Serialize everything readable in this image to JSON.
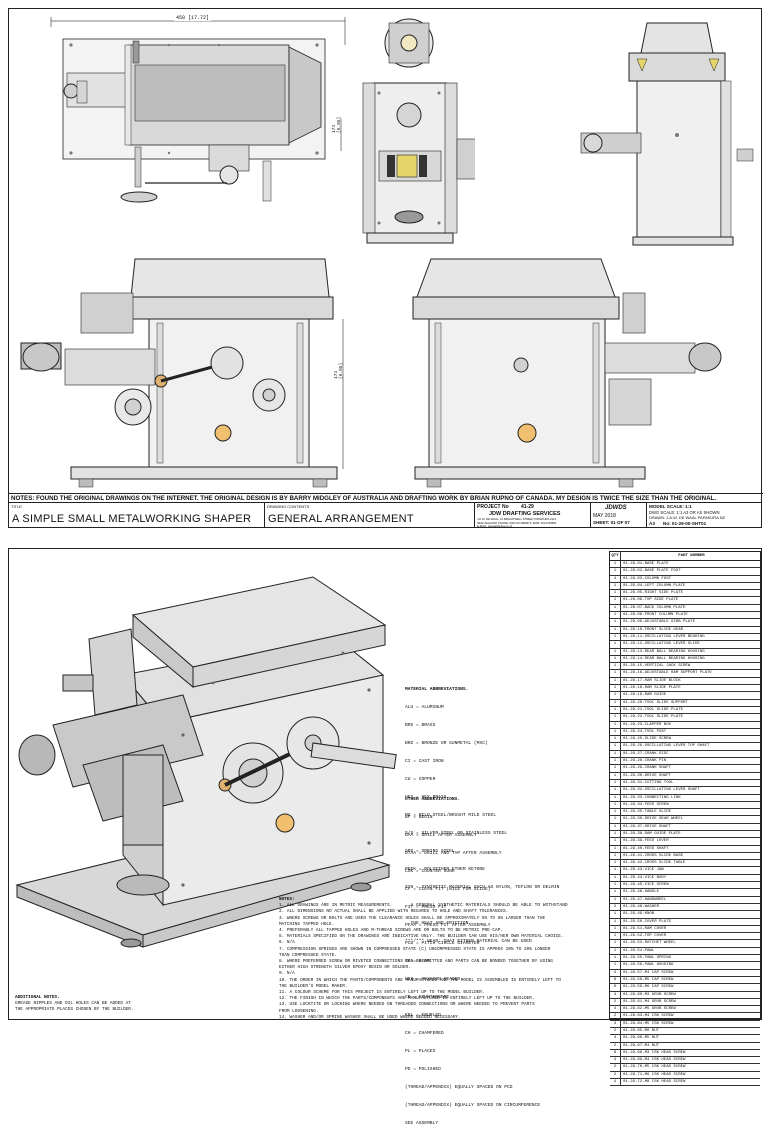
{
  "top_sheet": {
    "notes": "NOTES: FOUND THE ORIGINAL DRAWINGS ON THE INTERNET. THE ORIGINAL DESIGN IS BY BARRY MIDGLEY OF AUSTRALIA AND DRAFTING WORK BY BRIAN RUPNO OF CANADA. MY DESIGN IS TWICE THE SIZE THAN THE ORIGINAL.",
    "title_label": "TITLE",
    "title": "A SIMPLE SMALL METALWORKING SHAPER",
    "contents_label": "DRAWING CONTENTS",
    "contents": "GENERAL ARRANGEMENT",
    "project_label": "PROJECT No",
    "project_no": "41-29",
    "company": "JDW DRAFTING SERVICES",
    "company_lines": [
      "J.D.W. DE WAAL, 10 BRIGHTWELL STREET PAPAKURA 2113",
      "NEW ZEALAND PHONE: 0064 09 2980976, MOB: 0221799582",
      "E-MAIL: dewaalj@xtra.co.nz"
    ],
    "logo_text": "JDWDS",
    "date": "MAY 2018",
    "sheet": "SHEET: 01 OF 07",
    "size": "A3",
    "model_scale": "MODEL SCALE: 1:1",
    "dwg_scale": "DWG SCALE: 1:1 A3 OR AS SHOWN",
    "drawn": "DRAWN: J.A.W. DE WAAL PAPAKURA NZ",
    "drawing_no": "No: 01-29-00-SHT01",
    "dim_top": "450 [17.72]",
    "dim_side": "174 [6.85]",
    "dim_front": "174 [6.85]"
  },
  "bottom_sheet": {
    "abbr_title": "MATERIAL ABBREVIATIONS.",
    "abbr_lines": [
      "ALU = ALUMINUM",
      "BRS = BRASS",
      "BRZ = BRONZE OR GUNMETAL (MSC)",
      "CI = CAST IRON",
      "CU = COPPER",
      "HEX = HEX BRASS",
      "MS = MILD STEEL/BRIGHT MILD STEEL",
      "S/S = SILVER STEEL OR STAINLESS STEEL",
      "SPS = SPRING STEEL",
      "PEEK = POLYETHER ETHER KETONE",
      "SYN = SYNTHETIC MATERIAL SUCH AS NYLON, TEFLON OR DELRIN",
      "  A GENERAL SYNTHETIC MATERIALS SHOULD BE ABLE TO WITHSTAND",
      "  THE HEAT AND FRICTION.",
      "***/*** NEAR: THAT EITHER MATERIAL CAN BE USED"
    ],
    "other_title": "OTHER ABBREVIATIONS.",
    "other_lines": [
      "BF = BEGIN",
      "DAA = DRILL AFTER ASSEMBLY",
      "DTAA = DRILL AND TAP AFTER ASSEMBLY",
      "CSK = COUNTER SUNK",
      "CF = CLEAN FIT (NICE FOR SLIDE)",
      "FIT = PRESS FIT",
      "PFAA = PRESS FIT AFTER ASSEMBLY",
      "PCD = PITCH CIRCLE DIAMETER",
      "RE = REAM",
      "HEX = HEXAGON HEADED",
      "CB = COUNTERBORE",
      "KNL = KNURLED",
      "CH = CHAMFERED",
      "PL = PLACES",
      "PD = POLISHED",
      "(THREAD/APPENDIX) EQUALLY SPACED ON PCD",
      "(THREAD/APPENDIX) EQUALLY SPACED ON CIRCUMFERENCE",
      "SEE ASSEMBLY"
    ],
    "notes_title": "NOTES:",
    "notes_lines": [
      "1. ALL DRAWINGS ARE IN METRIC MEASUREMENTS.",
      "2. ALL DIMENSIONS NO ACTUAL SHALL BE APPLIED WITH REGARDS TO HOLE AND SHAFT TOLERANCES.",
      "3. WHERE SCREWS OR BOLTS ARE USED THE CLEARANCE HOLES SHALL BE APPROXIMATELY 5% TO 8% LARGER THAN THE",
      "   MATCHING TAPPED HOLE.",
      "4. PREFERABLY ALL TAPPED HOLES AND M-THREAD SCREWS ARE OR BOLTS TO BE METRIC PRE-CAP.",
      "5. MATERIALS SPECIFIED ON THE DRAWINGS ARE INDICATIVE ONLY. THE BUILDER CAN USE HIS/HER OWN MATERIAL CHOICE.",
      "6. N/A",
      "7. COMPRESSION SPRINGS ARE SHOWN IN COMPRESSED STATE (C) UNCOMPRESSED STATE IS APPROX 10% TO 20% LONGER",
      "   THAN COMPRESSED STATE.",
      "8. WHERE PREFERRED SCREW OR RIVETED CONNECTIONS CAN BE OMITTED AND PARTS CAN BE BONDED TOGETHER BY USING",
      "   EITHER HIGH STRENGTH SILVER EPOXY RESIN OR SOLDER.",
      "9. N/A",
      "10. THE ORDER IN WHICH THE PARTS/COMPONENTS ARE MANUFACTURED AND THE MODEL IS ASSEMBLED IS ENTIRELY LEFT TO",
      "    THE BUILDER'S MODEL MAKER.",
      "11. A COLOUR SCHEME FOR THIS PROJECT IS ENTIRELY LEFT UP TO THE MODEL BUILDER.",
      "12. THE FINISH IN WHICH THE PARTS/COMPONENTS ARE MANUFACTURED IS ENTIRELY LEFT UP TO THE BUILDER.",
      "13. USE LOCKTITE OR LOCKING WHERE NEEDED ON THREADED CONNECTIONS OR WHERE NEEDED TO PREVENT PARTS",
      "    FROM LOOSENING.",
      "14. WASHER AND/OR SPRING WASHER SHALL BE USED WHERE NEEDED NECESSARY."
    ],
    "additional_title": "ADDITIONAL NOTES.",
    "additional_lines": [
      "GREASE NIPPLES AND OIL HOLES CAN BE ADDED AT",
      "THE APPROPRIATE PLACES CHOSEN BY THE BUILDER."
    ],
    "parts_header_qty": "QTY",
    "parts_header_name": "PART NUMBER",
    "parts": [
      {
        "q": "1",
        "n": "01-29-01-BASE PLATE"
      },
      {
        "q": "1",
        "n": "01-29-02-BASE PLATE FOOT"
      },
      {
        "q": "4",
        "n": "01-29-03-COLUMN FOOT"
      },
      {
        "q": "1",
        "n": "01-29-04-LEFT COLUMN PLATE"
      },
      {
        "q": "1",
        "n": "01-29-05-RIGHT SIDE PLATE"
      },
      {
        "q": "1",
        "n": "01-29-06-TOP SIDE PLATE"
      },
      {
        "q": "1",
        "n": "01-29-07-BACK COLUMN PLATE"
      },
      {
        "q": "1",
        "n": "01-29-08-FRONT COLUMN PLATE"
      },
      {
        "q": "1",
        "n": "01-29-09-ADJUSTABLE GIBB PLATE"
      },
      {
        "q": "1",
        "n": "01-29-10-FRONT SLIDE GEAR"
      },
      {
        "q": "1",
        "n": "01-29-11-OSCILLATING LEVER BEARING"
      },
      {
        "q": "1",
        "n": "01-29-12-OSCILLATING LEVER SLIDE"
      },
      {
        "q": "1",
        "n": "01-29-13-REAR BALL BEARING HOUSING"
      },
      {
        "q": "1",
        "n": "01-29-14-REAR BALL BEARING HOUSING"
      },
      {
        "q": "1",
        "n": "01-29-15-VERTICAL JACK SCREW"
      },
      {
        "q": "1",
        "n": "01-29-16-ADJUSTABLE RAM SUPPORT PLATE"
      },
      {
        "q": "1",
        "n": "01-29-17-RAM SLIDE BLOCK"
      },
      {
        "q": "1",
        "n": "01-29-18-RAM SLIDE PLATE"
      },
      {
        "q": "1",
        "n": "01-29-19-RAM GUIDE"
      },
      {
        "q": "1",
        "n": "01-29-20-TOOL SLIDE SUPPORT"
      },
      {
        "q": "1",
        "n": "01-29-21-TOOL SLIDE PLATE"
      },
      {
        "q": "1",
        "n": "01-29-22-TOOL SLIDE PLATE"
      },
      {
        "q": "1",
        "n": "01-29-23-CLAPPER BOX"
      },
      {
        "q": "1",
        "n": "01-29-24-TOOL POST"
      },
      {
        "q": "1",
        "n": "01-29-25-SLIDE SCREW"
      },
      {
        "q": "1",
        "n": "01-29-26-OSCILLATING LEVER TOP SHAFT"
      },
      {
        "q": "1",
        "n": "01-29-27-CRANK DISC"
      },
      {
        "q": "1",
        "n": "01-29-28-CRANK PIN"
      },
      {
        "q": "1",
        "n": "01-29-29-CRANK SHAFT"
      },
      {
        "q": "1",
        "n": "01-29-30-DRIVE SHAFT"
      },
      {
        "q": "1",
        "n": "01-29-31-CUTTING TOOL"
      },
      {
        "q": "1",
        "n": "01-29-32-OSCILLATING LEVER SHAFT"
      },
      {
        "q": "1",
        "n": "01-29-33-CONNECTING LINK"
      },
      {
        "q": "1",
        "n": "01-29-34-FEED SCREW"
      },
      {
        "q": "1",
        "n": "01-29-35-TABLE SLIDE"
      },
      {
        "q": "1",
        "n": "01-29-36-DRIVE GEAR WHEEL"
      },
      {
        "q": "1",
        "n": "01-29-37-DRIVE SHAFT"
      },
      {
        "q": "1",
        "n": "01-29-38-RAM GUIDE PLATE"
      },
      {
        "q": "1",
        "n": "01-29-39-FEED LEVER"
      },
      {
        "q": "1",
        "n": "01-29-40-FEED SHAFT"
      },
      {
        "q": "1",
        "n": "01-29-41-CROSS SLIDE BASE"
      },
      {
        "q": "1",
        "n": "01-29-42-CROSS SLIDE TABLE"
      },
      {
        "q": "1",
        "n": "01-29-43-VICE JAW"
      },
      {
        "q": "1",
        "n": "01-29-44-VICE BODY"
      },
      {
        "q": "1",
        "n": "01-29-45-VICE SCREW"
      },
      {
        "q": "1",
        "n": "01-29-46-HANDLE"
      },
      {
        "q": "1",
        "n": "01-29-47-HANDWHEEL"
      },
      {
        "q": "2",
        "n": "01-29-48-WASHER"
      },
      {
        "q": "1",
        "n": "01-29-49-KNOB"
      },
      {
        "q": "1",
        "n": "01-29-50-COVER PLATE"
      },
      {
        "q": "1",
        "n": "01-29-51-RAM COVER"
      },
      {
        "q": "1",
        "n": "01-29-52-TOP COVER"
      },
      {
        "q": "1",
        "n": "01-29-53-RATCHET WHEEL"
      },
      {
        "q": "1",
        "n": "01-29-54-PAWL"
      },
      {
        "q": "1",
        "n": "01-29-55-PAWL SPRING"
      },
      {
        "q": "1",
        "n": "01-29-56-PAWL HOUSING"
      },
      {
        "q": "4",
        "n": "01-29-57-M4 CAP SCREW"
      },
      {
        "q": "8",
        "n": "01-29-58-M5 CAP SCREW"
      },
      {
        "q": "6",
        "n": "01-29-59-M6 CAP SCREW"
      },
      {
        "q": "4",
        "n": "01-29-60-M3 GRUB SCREW"
      },
      {
        "q": "2",
        "n": "01-29-61-M4 GRUB SCREW"
      },
      {
        "q": "4",
        "n": "01-29-62-M5 GRUB SCREW"
      },
      {
        "q": "2",
        "n": "01-29-63-M4 CSK SCREW"
      },
      {
        "q": "4",
        "n": "01-29-64-M5 CSK SCREW"
      },
      {
        "q": "2",
        "n": "01-29-65-M6 NUT"
      },
      {
        "q": "4",
        "n": "01-29-66-M5 NUT"
      },
      {
        "q": "2",
        "n": "01-29-67-M4 NUT"
      },
      {
        "q": "8",
        "n": "01-29-68-M3 CSK HEAD SCREW"
      },
      {
        "q": "4",
        "n": "01-29-69-M4 CSK HEAD SCREW"
      },
      {
        "q": "2",
        "n": "01-29-70-M5 CSK HEAD SCREW"
      },
      {
        "q": "2",
        "n": "01-29-71-M6 CSK HEAD SCREW"
      },
      {
        "q": "4",
        "n": "01-29-72-M8 CSK HEAD SCREW"
      }
    ]
  }
}
